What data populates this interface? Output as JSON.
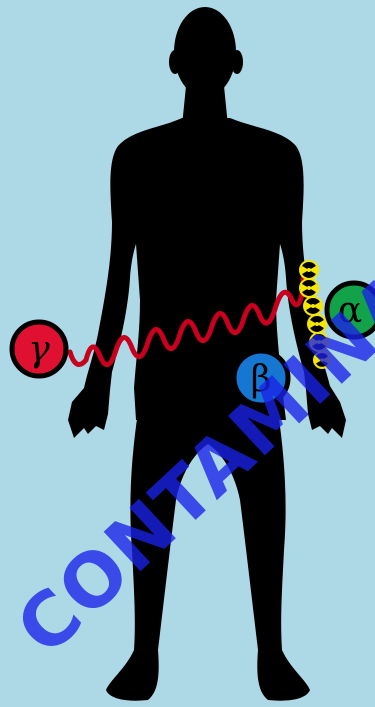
{
  "diagram": {
    "particles": {
      "gamma": {
        "symbol": "γ",
        "color": "#e01030"
      },
      "beta": {
        "symbol": "β",
        "color": "#1677d2"
      },
      "alpha": {
        "symbol": "α",
        "color": "#12a34a"
      }
    },
    "wave_color": "#c8001e",
    "hazard_color": "#f5e600",
    "body_color": "#000000",
    "background_color": "#add8e6"
  },
  "watermark": {
    "text": "CONTAMINATED",
    "color": "#1a21e8"
  }
}
